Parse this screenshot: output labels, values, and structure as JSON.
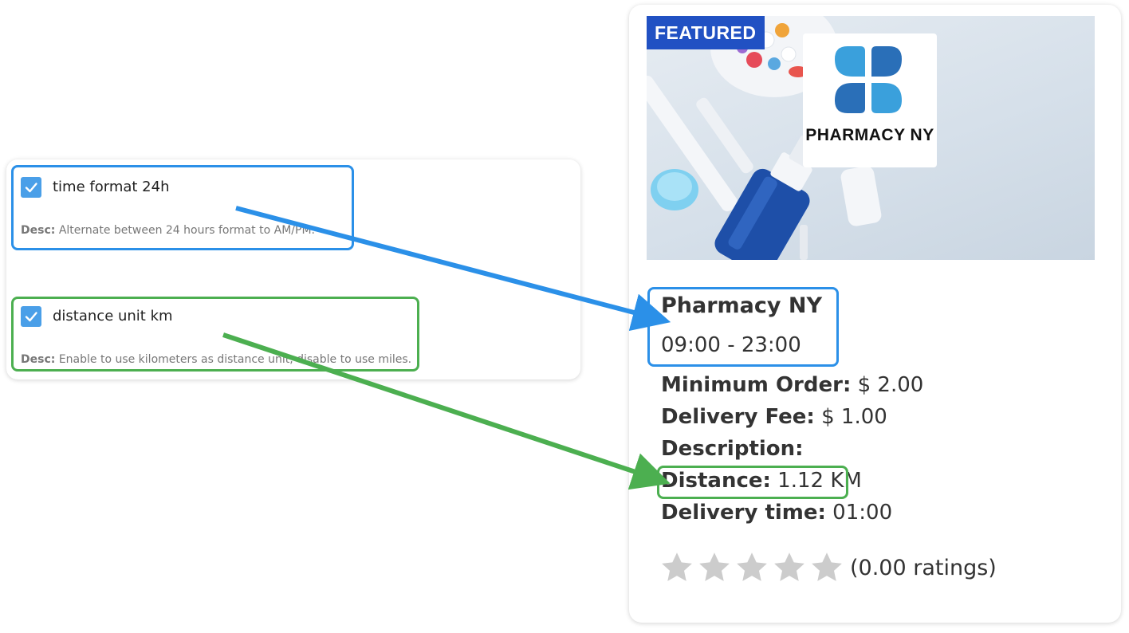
{
  "settings": {
    "items": [
      {
        "label": "time format 24h",
        "checked": true,
        "desc_prefix": "Desc:",
        "desc": "Alternate between 24 hours format to AM/PM."
      },
      {
        "label": "distance unit km",
        "checked": true,
        "desc_prefix": "Desc:",
        "desc": "Enable to use kilometers as distance unit, disable to use miles."
      }
    ]
  },
  "store": {
    "badge": "FEATURED",
    "logo_text": "PHARMACY NY",
    "name": "Pharmacy NY",
    "hours": "09:00 - 23:00",
    "minimum_order_label": "Minimum Order:",
    "minimum_order_value": " $ 2.00",
    "delivery_fee_label": "Delivery Fee:",
    "delivery_fee_value": " $ 1.00",
    "description_label": "Description:",
    "distance_label": "Distance:",
    "distance_value": " 1.12 KM",
    "delivery_time_label": "Delivery time:",
    "delivery_time_value": " 01:00",
    "rating_text": "(0.00 ratings)",
    "rating_value": 0,
    "rating_max": 5
  },
  "colors": {
    "checkbox": "#4a9fe8",
    "highlight_blue": "#2b90e8",
    "highlight_green": "#4caf50",
    "badge": "#2151c3",
    "star_empty": "#cccccc"
  }
}
